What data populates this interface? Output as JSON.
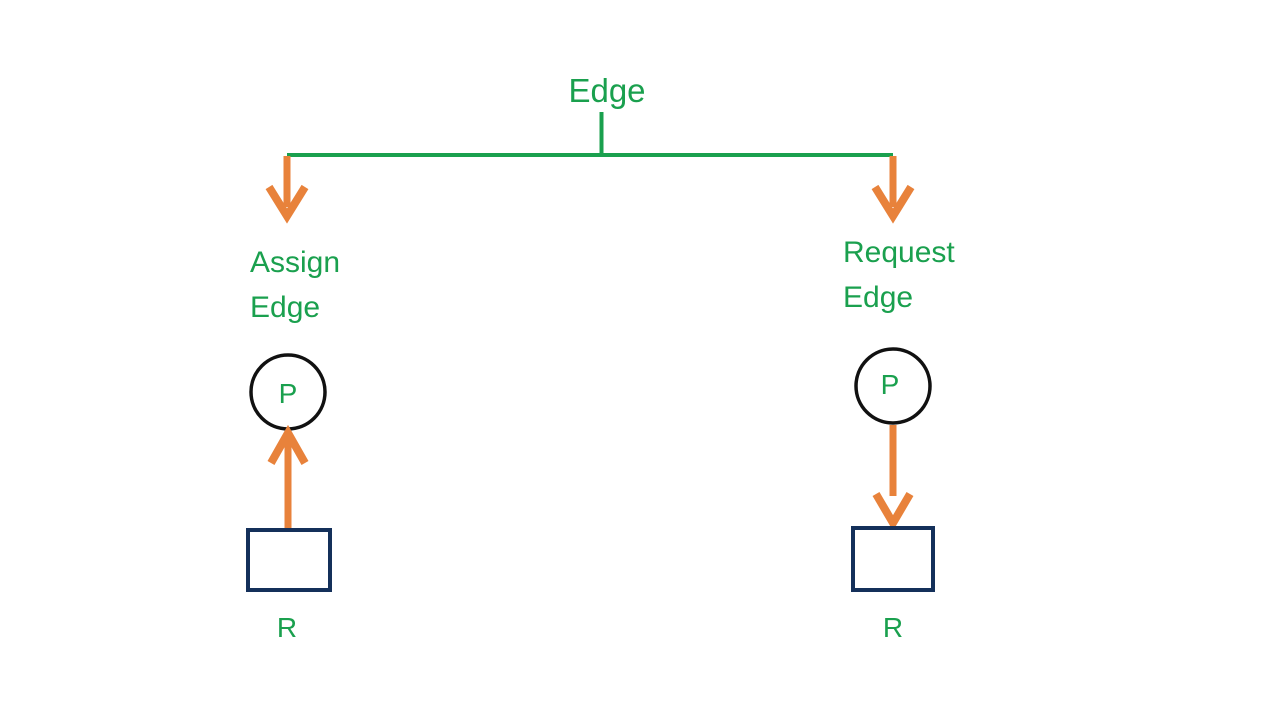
{
  "diagram": {
    "title": "Edge",
    "left": {
      "label_line1": "Assign",
      "label_line2": "Edge",
      "process_label": "P",
      "resource_label": "R"
    },
    "right": {
      "label_line1": "Request",
      "label_line2": "Edge",
      "process_label": "P",
      "resource_label": "R"
    },
    "colors": {
      "green": "#1AA04E",
      "orange": "#E8823B",
      "navy": "#14305A",
      "node-stroke": "#111111",
      "dot": "#3A2E20",
      "background": "#FFFFFF"
    }
  }
}
